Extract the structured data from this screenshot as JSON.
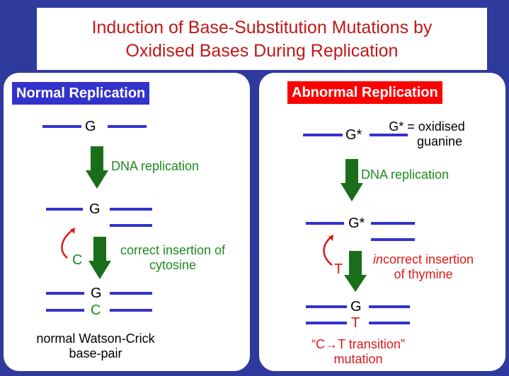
{
  "title": {
    "line1": "Induction of Base-Substitution Mutations by",
    "line2": "Oxidised Bases During Replication"
  },
  "normal": {
    "header": "Normal Replication",
    "template_base": "G",
    "step1_label": "DNA replication",
    "step2_label_line1": "correct insertion of",
    "step2_label_line2": "cytosine",
    "incoming_base": "C",
    "product_top_base": "G",
    "product_bottom_base": "C",
    "result_line1": "normal Watson-Crick",
    "result_line2": "base-pair"
  },
  "abnormal": {
    "header": "Abnormal Replication",
    "template_base": "G*",
    "note_line1": "G* = oxidised",
    "note_line2": "guanine",
    "step1_label": "DNA replication",
    "step2_label_line1_italic": "in",
    "step2_label_line1_rest": "correct insertion",
    "step2_label_line2": "of thymine",
    "incoming_base": "T",
    "product_top_base": "G",
    "product_bottom_base": "T",
    "result_line1": "“C→T transition”",
    "result_line2": "mutation"
  },
  "colors": {
    "background": "#2e3a9c",
    "title_text": "#c01818",
    "normal_header_bg": "#3333cc",
    "abnormal_header_bg": "#ff0000",
    "strand": "#3333cc",
    "arrow": "#1a6e1a",
    "green_text": "#1f8a1f",
    "red_text": "#e01818"
  }
}
